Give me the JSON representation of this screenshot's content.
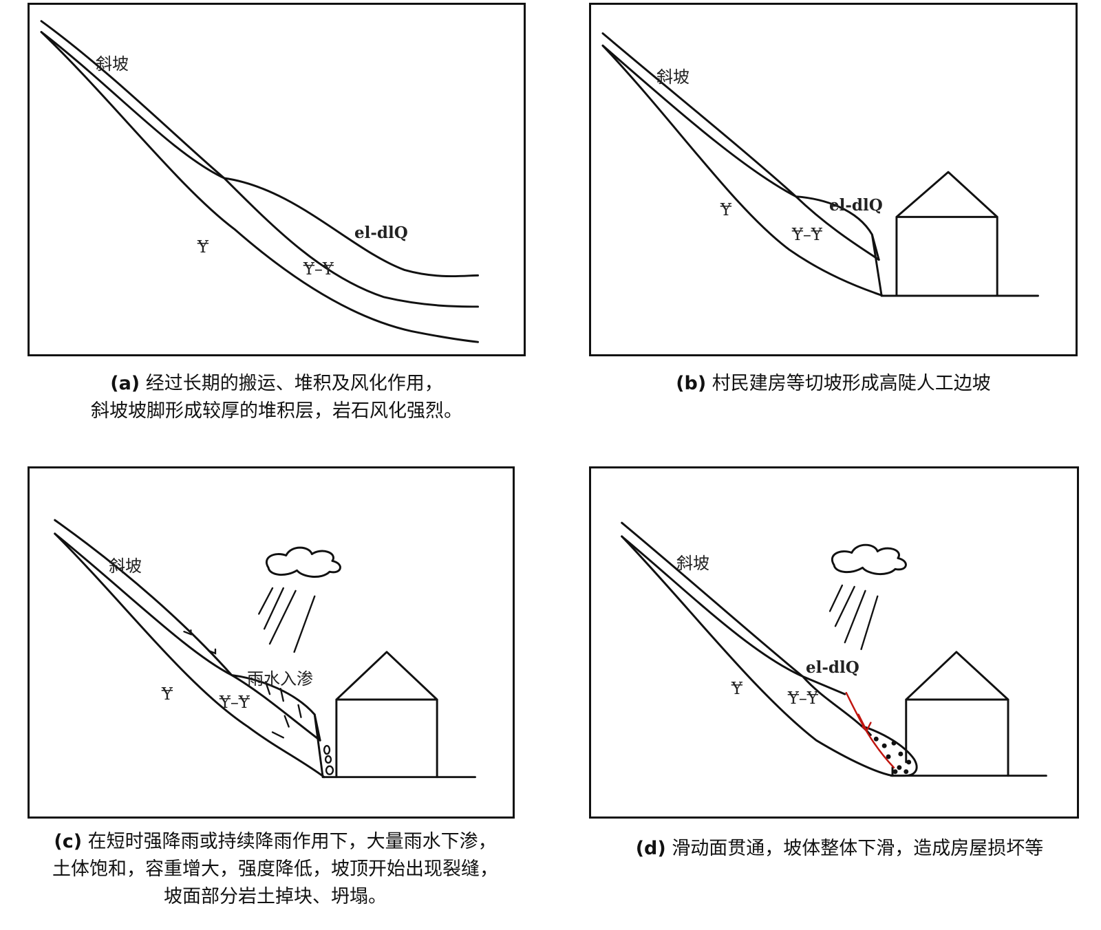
{
  "panels": [
    {
      "id": "a",
      "labels": {
        "slope": "斜坡",
        "deposit": "el-dlQ",
        "rock1": "Ɏ",
        "rock2": "Ɏ–Ɏ"
      },
      "caption": {
        "tag": "(a)",
        "line1": "经过长期的搬运、堆积及风化作用，",
        "line2": "斜坡坡脚形成较厚的堆积层，岩石风化强烈。"
      }
    },
    {
      "id": "b",
      "labels": {
        "slope": "斜坡",
        "deposit": "el-dlQ",
        "rock1": "Ɏ",
        "rock2": "Ɏ–Ɏ"
      },
      "caption": {
        "tag": "(b)",
        "line1": "村民建房等切坡形成高陡人工边坡"
      }
    },
    {
      "id": "c",
      "labels": {
        "slope": "斜坡",
        "rain": "雨水入渗",
        "rock1": "Ɏ",
        "rock2": "Ɏ–Ɏ"
      },
      "caption": {
        "tag": "(c)",
        "line1": "在短时强降雨或持续降雨作用下，大量雨水下渗，",
        "line2": "土体饱和，容重增大，强度降低，坡顶开始出现裂缝，",
        "line3": "坡面部分岩土掉块、坍塌。"
      }
    },
    {
      "id": "d",
      "labels": {
        "slope": "斜坡",
        "deposit": "el-dlQ",
        "rock1": "Ɏ",
        "rock2": "Ɏ–Ɏ"
      },
      "caption": {
        "tag": "(d)",
        "line1": "滑动面贯通，坡体整体下滑，造成房屋损坏等"
      }
    }
  ],
  "colors": {
    "line": "#111111",
    "slip_surface": "#c0150f"
  }
}
